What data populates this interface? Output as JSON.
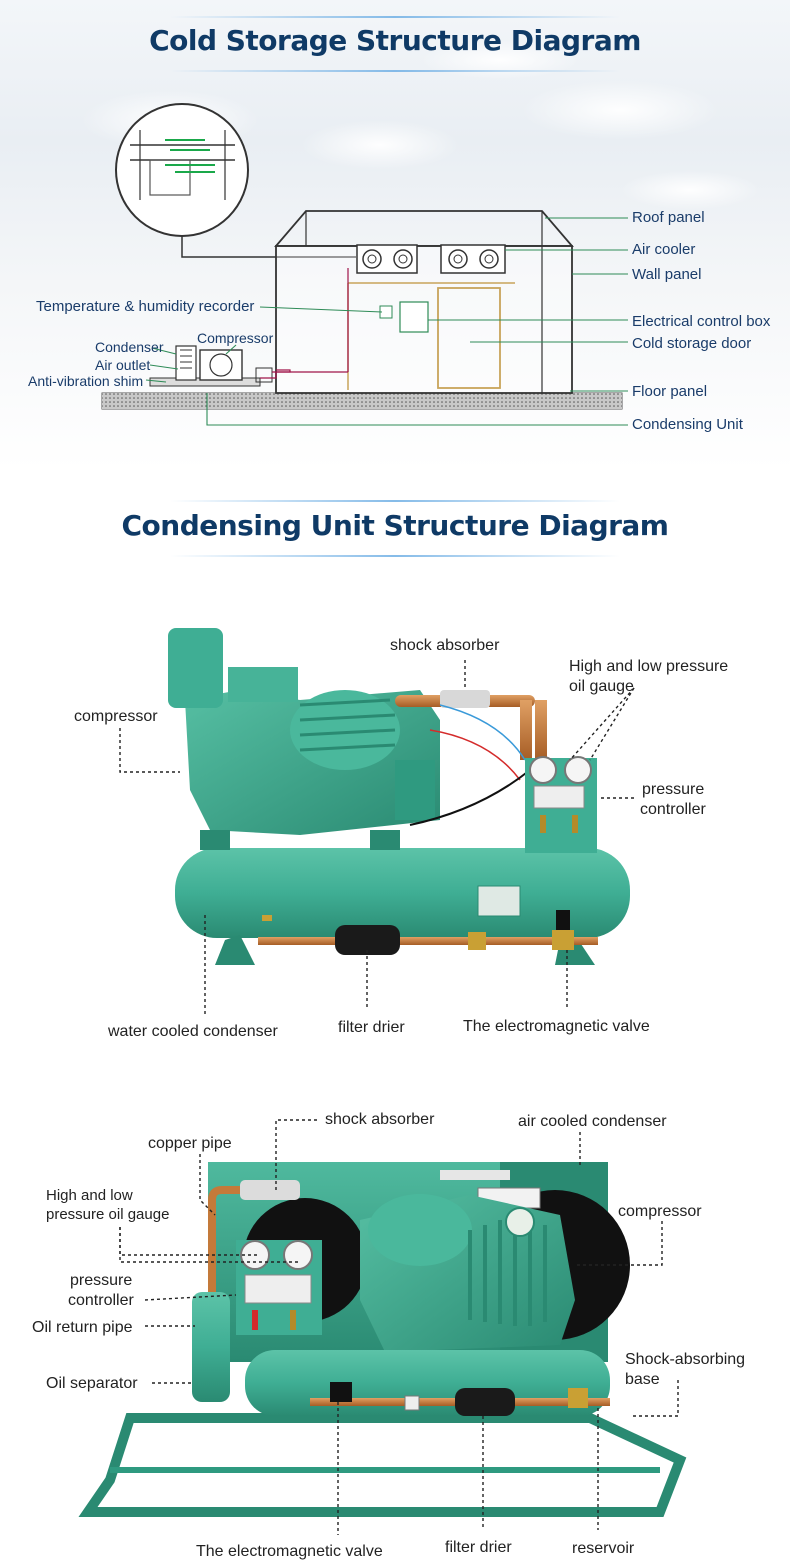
{
  "section1": {
    "title": "Cold Storage Structure Diagram",
    "labels": {
      "roof_panel": "Roof panel",
      "air_cooler": "Air cooler",
      "wall_panel": "Wall panel",
      "temp_humidity_recorder": "Temperature & humidity recorder",
      "electrical_control_box": "Electrical control box",
      "cold_storage_door": "Cold storage door",
      "condenser": "Condenser",
      "compressor": "Compressor",
      "air_outlet": "Air outlet",
      "anti_vibration_shim": "Anti-vibration shim",
      "floor_panel": "Floor panel",
      "condensing_unit": "Condensing Unit"
    }
  },
  "section2": {
    "title": "Condensing Unit Structure Diagram",
    "labels": {
      "shock_absorber": "shock absorber",
      "pressure_gauge_line1": "High and low pressure",
      "pressure_gauge_line2": "oil gauge",
      "compressor": "compressor",
      "pressure_controller_line1": "pressure",
      "pressure_controller_line2": "controller",
      "water_cooled_condenser": "water cooled condenser",
      "filter_drier": "filter drier",
      "electromagnetic_valve": "The electromagnetic valve"
    }
  },
  "section3": {
    "labels": {
      "shock_absorber": "shock absorber",
      "air_cooled_condenser": "air cooled condenser",
      "copper_pipe": "copper pipe",
      "pressure_gauge_line1": "High and low",
      "pressure_gauge_line2": "pressure oil gauge",
      "compressor": "compressor",
      "pressure_controller_line1": "pressure",
      "pressure_controller_line2": "controller",
      "oil_return_pipe": "Oil return pipe",
      "shock_base_line1": "Shock-absorbing",
      "shock_base_line2": "base",
      "oil_separator": "Oil separator",
      "electromagnetic_valve": "The electromagnetic valve",
      "filter_drier": "filter drier",
      "reservoir": "reservoir"
    }
  },
  "colors": {
    "title": "#0f3a66",
    "label_blue": "#1a3c6a",
    "leader_green": "#2e8b57",
    "unit_green": "#3fae94",
    "unit_green_dark": "#2a8a72",
    "copper": "#c47a3a"
  }
}
